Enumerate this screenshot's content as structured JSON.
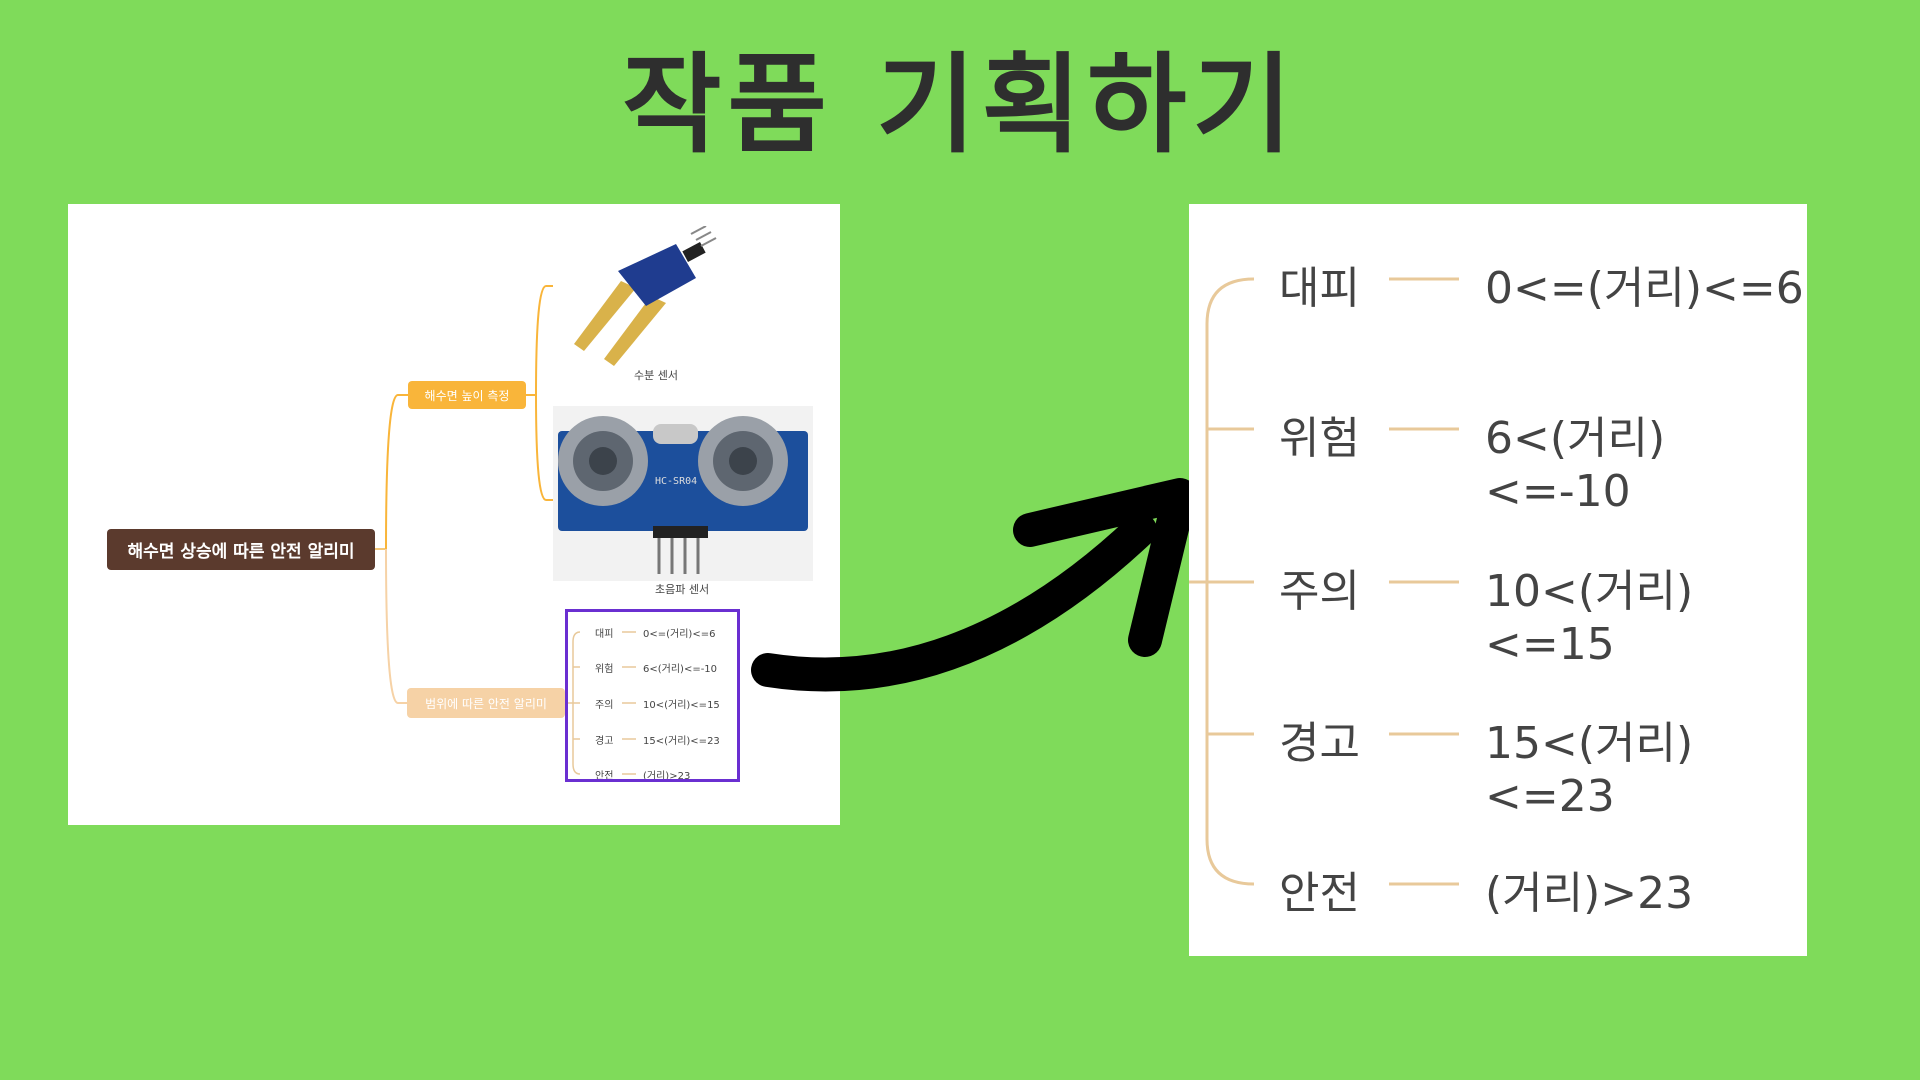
{
  "title": "작품 기획하기",
  "mindmap": {
    "root": "해수면 상승에 따른 안전 알리미",
    "branch_measure": "해수면 높이 측정",
    "branch_alert": "범위에 따른 안전 알리미",
    "sensor_moisture_caption": "수분 센서",
    "sensor_ultrasonic_caption": "초음파 센서",
    "sensor_ultrasonic_model": "HC-SR04"
  },
  "ranges": [
    {
      "label": "대피",
      "condition": "0<=(거리)<=6"
    },
    {
      "label": "위험",
      "condition": "6<(거리)<=-10"
    },
    {
      "label": "주의",
      "condition": "10<(거리)<=15"
    },
    {
      "label": "경고",
      "condition": "15<(거리)<=23"
    },
    {
      "label": "안전",
      "condition": "(거리)>23"
    }
  ],
  "colors": {
    "background": "#7fdb5a",
    "root_node": "#5b3a2d",
    "branch_measure": "#f9b53a",
    "branch_alert": "#f6d2a6",
    "connector": "#e8c99a",
    "highlight": "#6a2fd1",
    "arrow": "#000000"
  }
}
